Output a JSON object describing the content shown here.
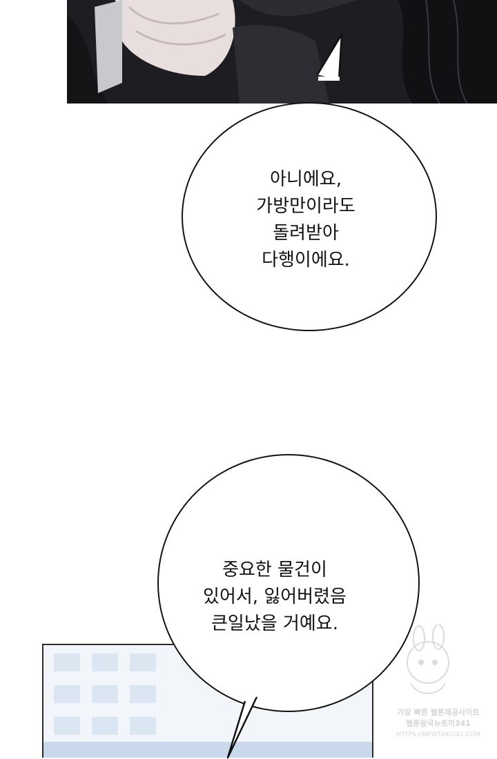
{
  "speech_bubbles": [
    {
      "lines": "아니에요,\n가방만이라도\n돌려받아\n다행이에요."
    },
    {
      "lines": "중요한 물건이\n있어서, 잃어버렸음\n큰일났을 거예요."
    }
  ],
  "watermark": {
    "line1": "가장 빠른 웹툰제공사이트",
    "line2": "웹툰왕국뉴토끼341",
    "url": "HTTPS://NEWTOKI341.COM"
  },
  "colors": {
    "panel_dark": "#1d1c20",
    "panel_light": "#eef3f9",
    "bubble_border": "#111111"
  }
}
